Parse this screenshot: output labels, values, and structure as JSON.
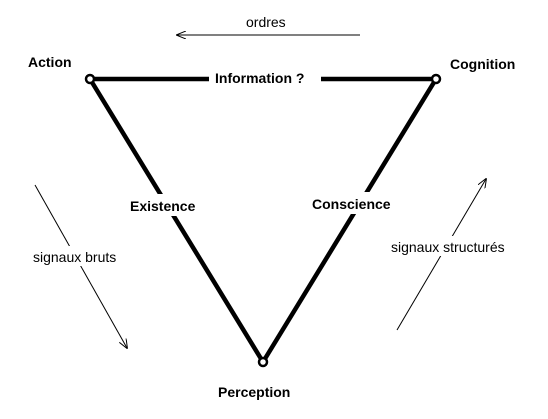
{
  "nodes": {
    "action": "Action",
    "cognition": "Cognition",
    "perception": "Perception"
  },
  "edges": {
    "top": "Information ?",
    "left": "Existence",
    "right": "Conscience"
  },
  "arrows": {
    "top": "ordres",
    "left": "signaux bruts",
    "right": "signaux structurés"
  }
}
